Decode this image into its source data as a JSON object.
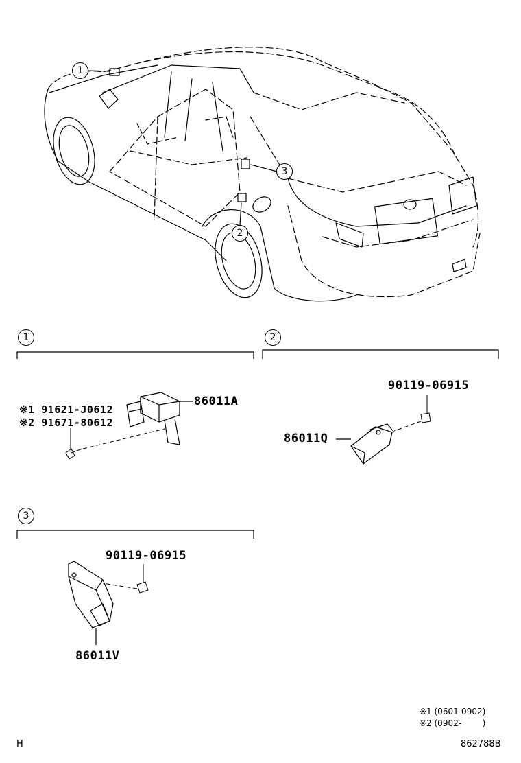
{
  "callouts": {
    "c1": "1",
    "c2": "2",
    "c3": "3"
  },
  "sections": {
    "s1": {
      "number": "1",
      "part_main": "86011A",
      "bolt1": "※1 91621-J0612",
      "bolt2": "※2 91671-80612"
    },
    "s2": {
      "number": "2",
      "part_main": "86011Q",
      "bolt": "90119-06915"
    },
    "s3": {
      "number": "3",
      "part_main": "86011V",
      "bolt": "90119-06915"
    }
  },
  "notes": {
    "n1": "※1 (0601-0902)",
    "n2": "※2 (0902-        )"
  },
  "footer": {
    "left": "H",
    "right": "862788B"
  }
}
